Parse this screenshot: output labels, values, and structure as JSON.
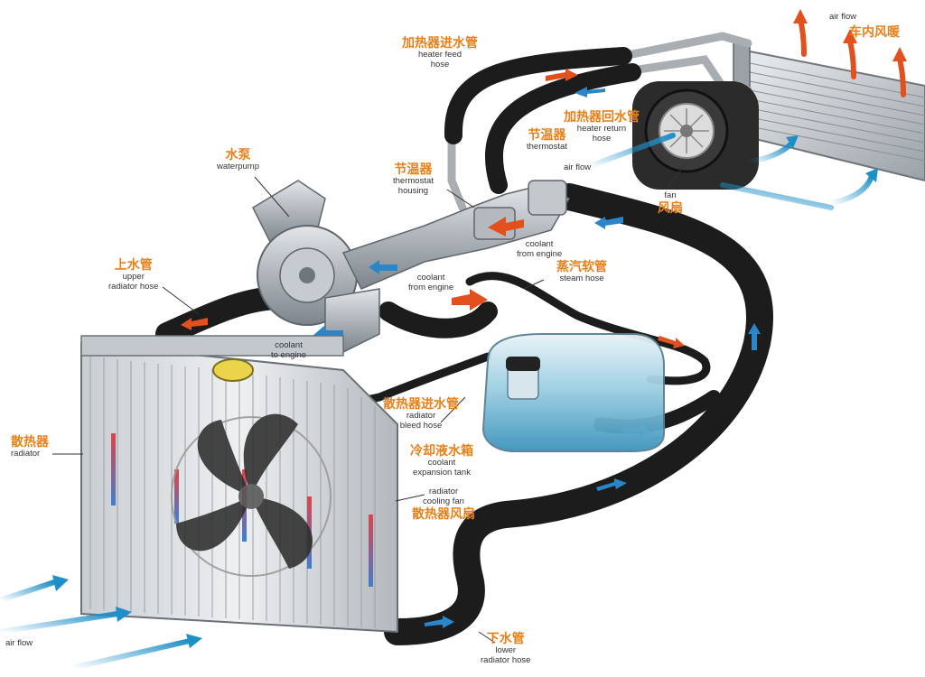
{
  "labels": {
    "heater_feed": {
      "zh": "加热器进水管",
      "en": "heater feed",
      "en2": "hose"
    },
    "air_flow_top": {
      "en": "air flow"
    },
    "cabin_warm": {
      "zh": "车内风暖"
    },
    "heater_return": {
      "zh": "加热器回水管",
      "en": "heater return",
      "en2": "hose"
    },
    "thermostat": {
      "zh": "节温器",
      "en": "thermostat"
    },
    "air_flow_fan": {
      "en": "air flow"
    },
    "fan": {
      "en": "fan",
      "zh": "风扇"
    },
    "waterpump": {
      "zh": "水泵",
      "en": "waterpump"
    },
    "thermostat_housing": {
      "zh": "节温器",
      "en": "thermostat",
      "en2": "housing"
    },
    "coolant_from_engine_1": {
      "en": "coolant",
      "en2": "from engine"
    },
    "steam_hose": {
      "zh": "蒸汽软管",
      "en": "steam hose"
    },
    "upper_radiator_hose": {
      "zh": "上水管",
      "en": "upper",
      "en2": "radiator hose"
    },
    "coolant_from_engine_2": {
      "en": "coolant",
      "en2": "from engine"
    },
    "coolant_to_engine": {
      "en": "coolant",
      "en2": "to engine"
    },
    "bleed_hose": {
      "zh": "散热器进水管",
      "en": "radiator",
      "en2": "bleed hose"
    },
    "radiator": {
      "zh": "散热器",
      "en": "radiator"
    },
    "expansion_tank": {
      "zh": "冷却液水箱",
      "en": "coolant",
      "en2": "expansion tank"
    },
    "cooling_fan": {
      "en": "radiator",
      "en2": "cooling fan",
      "zh": "散热器风扇"
    },
    "air_flow_bottom": {
      "en": "air flow"
    },
    "lower_radiator_hose": {
      "zh": "下水管",
      "en": "lower",
      "en2": "radiator hose"
    }
  },
  "colors": {
    "label_zh": "#e8801a",
    "hose": "#1c1c1c",
    "metal": "#b9bec4",
    "air_arrow": "#1f8fc7",
    "hot_arrow": "#e2501e",
    "cold_arrow": "#2a86c9",
    "tank_fluid": "#4aa3c9"
  }
}
